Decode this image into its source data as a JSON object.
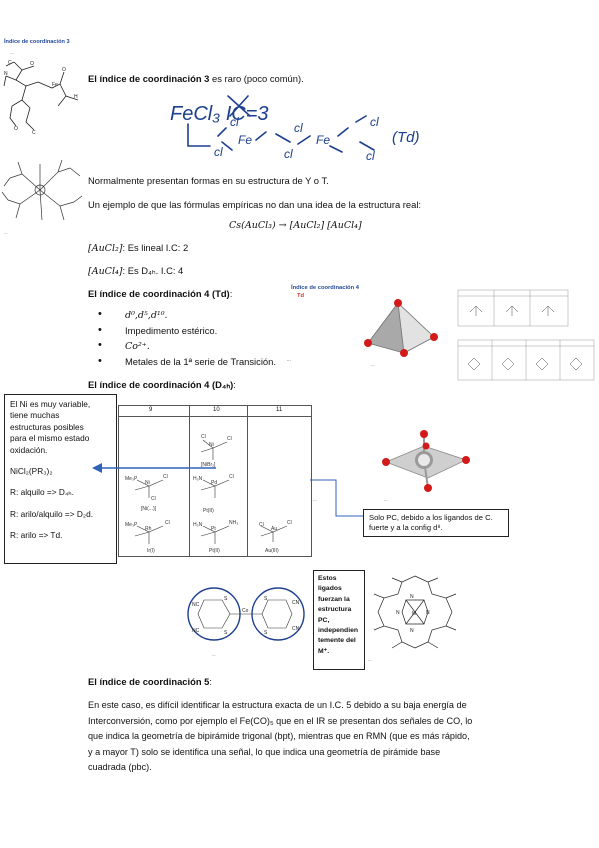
{
  "header": {
    "corner_label": "Índice de coordinación 3",
    "corner_caption": "..."
  },
  "section_ic3": {
    "title_bold": "El índice de coordinación 3",
    "title_rest": " es raro (poco común).",
    "handwritten_formula": "FeCl₃  IC=3",
    "handwritten_caption": "(Td)",
    "para_forms": "Normalmente presentan formas en su estructura de Y o T.",
    "para_empirical": "Un ejemplo de que las fórmulas empíricas no dan una idea de la estructura real:",
    "equation": "Cs(AuCl₃) → [AuCl₂] [AuCl₄]",
    "aucl2_formula": "[AuCl₂]",
    "aucl2_text": ": Es lineal I.C: 2",
    "aucl4_formula": "[AuCl₄]",
    "aucl4_text": ": Es D₄ₕ. I.C: 4",
    "left_figure_caption": "..."
  },
  "section_ic4_td": {
    "title_bold": "El índice de coordinación 4 (Td)",
    "title_rest": ":",
    "bullets": [
      "d⁰,d⁵,d¹⁰.",
      "Impedimento estérico.",
      "Co²⁺.",
      "Metales de la 1ª serie de Transición."
    ],
    "handnote": "..."
  },
  "figure_td": {
    "title": "Índice de coordinación 4",
    "subtitle": "Td",
    "caption": "..."
  },
  "section_ic4_d4h": {
    "title_bold": "El índice de coordinación 4 (D₄ₕ)",
    "title_rest": ":",
    "table_headers": [
      "9",
      "10",
      "11"
    ]
  },
  "callout_ni": {
    "lines": [
      "El Ni es muy variable,",
      "tiene muchas",
      "estructuras posibles",
      "para el mismo estado",
      "oxidación."
    ],
    "formula": "NiCl₂(PR₃)₂",
    "rules": [
      "R: alquilo => D₄ₕ.",
      "R: arilo/alquilo => D₂d.",
      "R: arilo => Td."
    ]
  },
  "callout_pc": {
    "lines": [
      "Solo PC, debido a los ligandos de C.",
      "fuerte y a la config d⁸."
    ]
  },
  "callout_ligands": {
    "lines": [
      "Estos",
      "ligados",
      "fuerzan la",
      "estructura",
      "PC,",
      "independien",
      "temente del",
      "M⁺."
    ]
  },
  "figure_porphyrin": {
    "caption": "..."
  },
  "figure_dithiolene": {
    "caption": "..."
  },
  "section_ic5": {
    "title_bold": "El índice de coordinación 5",
    "title_rest": ":",
    "paragraph_lines": [
      "En este caso, es difícil identificar la estructura exacta de un I.C. 5 debido a su baja energía de",
      "Interconversión, como por ejemplo el Fe(CO)₅ que en el IR se presentan dos señales de CO, lo",
      "que indica la geometría de bipirámide trigonal (bpt), mientras que en RMN (que es más rápido,",
      "y a mayor T) solo se identifica una señal, lo que indica una geometría de pirámide base",
      "cuadrada (pbc)."
    ]
  },
  "colors": {
    "ink": "#111111",
    "accent_blue": "#2f62b8",
    "hand_blue": "#1c3f8f",
    "atom_red": "#d21a1a",
    "title_blue": "#234a9a"
  }
}
